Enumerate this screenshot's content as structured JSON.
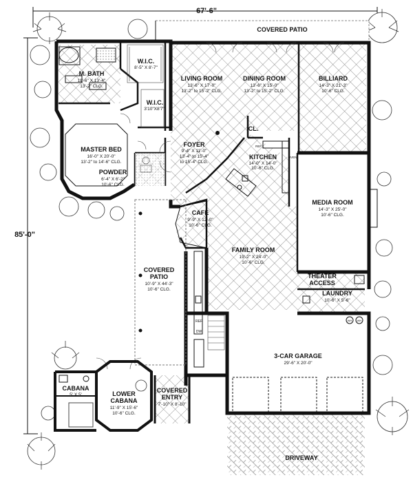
{
  "dimensions": {
    "width": "67'-6\"",
    "depth": "85'-0\""
  },
  "rooms": {
    "covered_patio_top": {
      "name": "COVERED PATIO"
    },
    "m_bath": {
      "name": "M. BATH",
      "size": "11'-6\" X 13'-4\"",
      "ceiling": "13'-2\" CLG."
    },
    "wic_1": {
      "name": "W.I.C.",
      "size": "8'-5\" X 8'-7\""
    },
    "wic_2": {
      "name": "W.I.C.",
      "size": "3'10\"X8'7\""
    },
    "living": {
      "name": "LIVING ROOM",
      "size": "13'-6\" X 17'-0\"",
      "ceiling": "13'-2\" to 15'-2\" CLG."
    },
    "dining": {
      "name": "DINING ROOM",
      "size": "13'-6\" X 15'-0\"",
      "ceiling": "13'-2\" to 15'-2\" CLG."
    },
    "billiard": {
      "name": "BILLIARD",
      "size": "14'-3\" X 21'-3\"",
      "ceiling": "10'-6\" CLG."
    },
    "cl": {
      "name": "CL."
    },
    "master_bed": {
      "name": "MASTER BED",
      "size": "16'-0\" X 20'-0\"",
      "ceiling": "13'-2\" to 14'-6\" CLG."
    },
    "powder": {
      "name": "POWDER",
      "size": "6'-4\" X 6'-2\"",
      "ceiling": "10'-6\" CLG."
    },
    "foyer": {
      "name": "FOYER",
      "size": "9'-4\" X 11'-0\"",
      "ceiling1": "13'-4\" to 15'-4\"",
      "ceiling2": "to 15'-4\" CLG."
    },
    "kitchen": {
      "name": "KITCHEN",
      "size": "14'-0\" X 14'-0\"",
      "ceiling": "10'-6\" CLG."
    },
    "media": {
      "name": "MEDIA ROOM",
      "size": "14'-3\" X 25'-0\"",
      "ceiling": "10'-6\" CLG."
    },
    "cafe": {
      "name": "CAFE",
      "size": "9'-9\" X 12'-0\"",
      "ceiling": "10'-6\" CLG."
    },
    "family": {
      "name": "FAMILY ROOM",
      "size": "19'-2\" X 24'-0\"",
      "ceiling": "10'-6\" CLG."
    },
    "covered_patio_mid": {
      "name": "COVERED",
      "name2": "PATIO",
      "size": "10'-9\" X 44'-3\"",
      "ceiling": "10'-6\" CLG."
    },
    "theater": {
      "name": "THEATER",
      "name2": "ACCESS"
    },
    "laundry": {
      "name": "LAUNDRY",
      "size": "10'-6\" X 5'-6\""
    },
    "garage": {
      "name": "3-CAR GARAGE",
      "size": "29'-6\" X 20'-0\""
    },
    "cabana": {
      "name": "CABANA",
      "size": "5' X 5'"
    },
    "lower_cabana": {
      "name": "LOWER",
      "name2": "CABANA",
      "size": "11'-9\" X 15'-6\"",
      "ceiling": "10'-6\" CLG."
    },
    "covered_entry": {
      "name": "COVERED",
      "name2": "ENTRY",
      "size": "7'-10\" X 8'-10\""
    },
    "driveway": {
      "name": "DRIVEWAY"
    }
  },
  "fixtures": {
    "ref": "REF",
    "dw": "DW",
    "ref2": "REF.",
    "oven": "OVEN",
    "wh": "WH"
  }
}
